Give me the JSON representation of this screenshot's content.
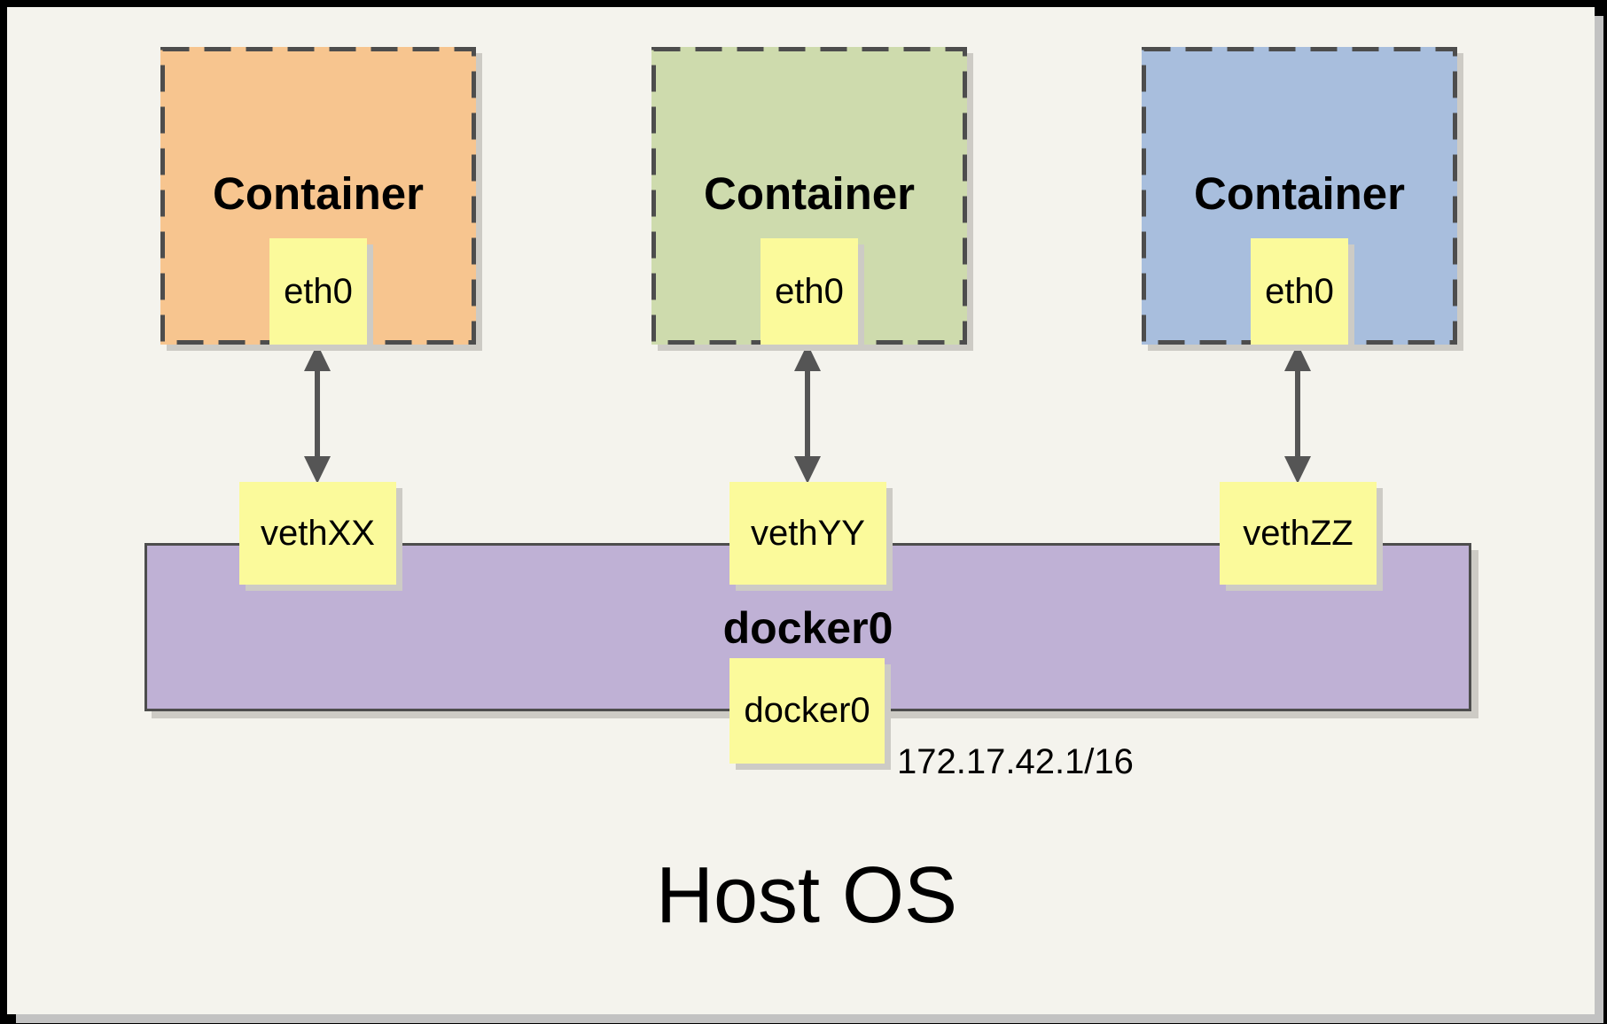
{
  "diagram": {
    "host_label": "Host OS",
    "bridge": {
      "label": "docker0",
      "interface_label": "docker0",
      "ip": "172.17.42.1/16"
    },
    "containers": [
      {
        "label": "Container",
        "interface_label": "eth0",
        "veth_label": "vethXX"
      },
      {
        "label": "Container",
        "interface_label": "eth0",
        "veth_label": "vethYY"
      },
      {
        "label": "Container",
        "interface_label": "eth0",
        "veth_label": "vethZZ"
      }
    ]
  },
  "colors": {
    "container-orange": "#F7C58F",
    "container-green": "#CEDBAD",
    "container-blue": "#A8BEDD",
    "note-yellow": "#FBFA9B",
    "bridge-purple": "#BFB1D5",
    "border-dark": "#4D4D4D",
    "arrow-gray": "#555555",
    "canvas-bg": "#F4F3ED",
    "frame-black": "#000000",
    "frame-shadow": "#C2C2C2",
    "shadow-gray": "#CDCBC5"
  }
}
